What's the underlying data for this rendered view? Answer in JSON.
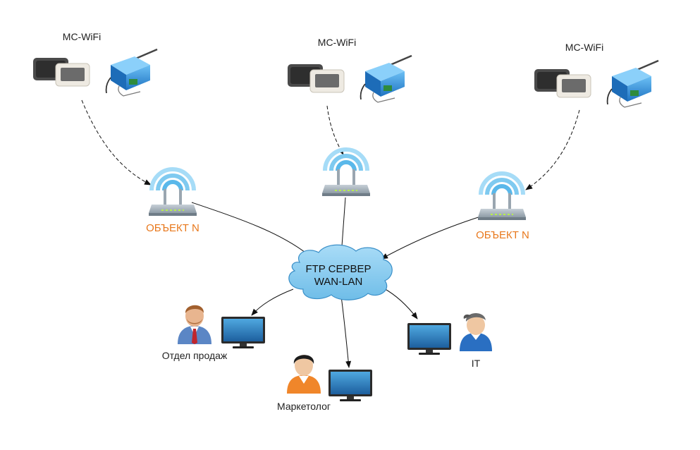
{
  "devices": [
    {
      "label": "MC-WiFi"
    },
    {
      "label": "MC-WiFi"
    },
    {
      "label": "MC-WiFi"
    }
  ],
  "routers": [
    {
      "label": "ОБЪЕКТ N"
    },
    {
      "label": ""
    },
    {
      "label": "ОБЪЕКТ N"
    }
  ],
  "server": {
    "line1": "FTP СЕРВЕР",
    "line2": "WAN-LAN"
  },
  "users": [
    {
      "label": "Отдел продаж"
    },
    {
      "label": "Маркетолог"
    },
    {
      "label": "IT"
    }
  ],
  "colors": {
    "object_label": "#e8781c",
    "cloud_fill": "#8fd0f2",
    "cloud_stroke": "#3a8fc8",
    "wifi_arc": "#7fcaf0",
    "case_blue": "#2f8fd8",
    "router_body": "#a7b3bd"
  }
}
